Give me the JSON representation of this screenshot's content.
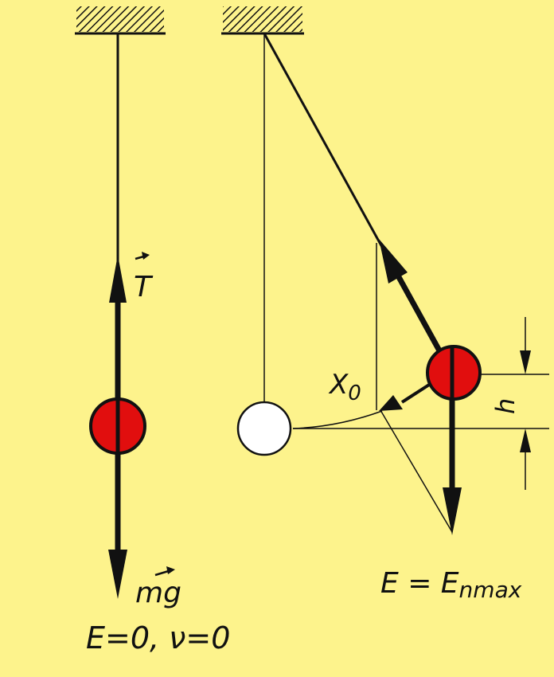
{
  "labels": {
    "tension": "T",
    "weight": "mg",
    "state_left": "E=0, ν=0",
    "displacement": "X",
    "displacement_sub": "0",
    "height": "h",
    "state_right": "E = E",
    "state_right_sub": "nmax"
  },
  "colors": {
    "background": "#fdf38c",
    "bob": "#e10e0e",
    "ink": "#111111"
  }
}
